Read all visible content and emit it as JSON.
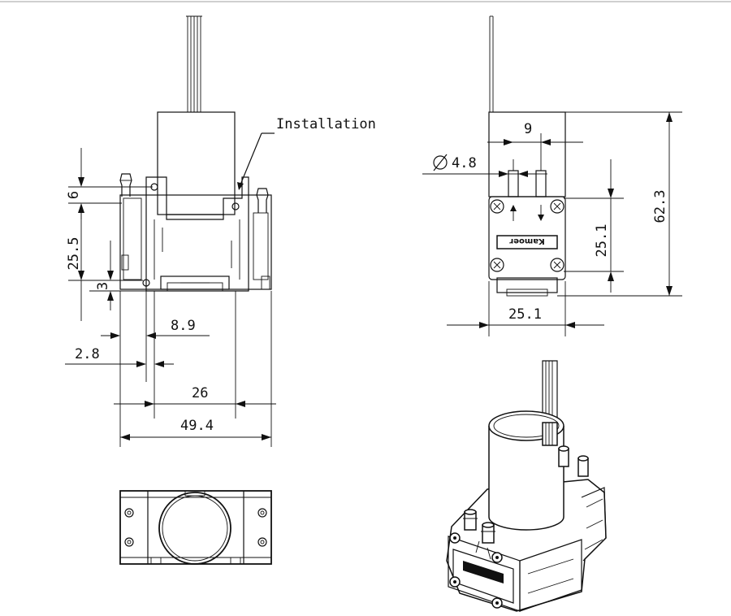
{
  "annotation": {
    "installation": "Installation"
  },
  "dimensions": {
    "front_top_offset": "6",
    "front_height": "25.5",
    "front_small": "3",
    "front_offset_a": "8.9",
    "front_offset_b": "2.8",
    "front_hole_spacing": "26",
    "front_overall_width": "49.4",
    "side_port_spacing": "9",
    "side_port_diameter": "4.8",
    "side_hole_spacing_v": "25.1",
    "side_overall_height": "62.3",
    "side_width": "25.1"
  },
  "branding": {
    "logo_text": "Kamoer"
  },
  "views": [
    "front-view",
    "side-view",
    "top-view",
    "isometric-view"
  ]
}
